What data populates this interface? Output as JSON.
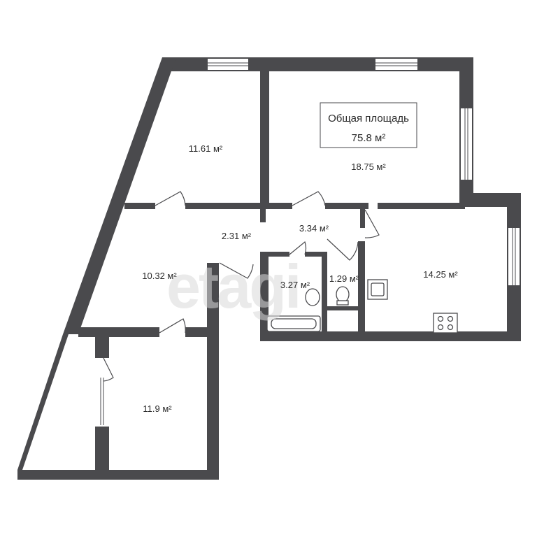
{
  "summary": {
    "title": "Общая площадь",
    "total": "75.8 м²"
  },
  "rooms": [
    {
      "id": "room-top-left",
      "area": "11.61 м²"
    },
    {
      "id": "room-top-right",
      "area": "18.75 м²"
    },
    {
      "id": "hall-left",
      "area": "2.31 м²"
    },
    {
      "id": "hall-center",
      "area": "3.34 м²"
    },
    {
      "id": "room-mid-left",
      "area": "10.32 м²"
    },
    {
      "id": "bathroom",
      "area": "3.27 м²"
    },
    {
      "id": "toilet",
      "area": "1.29 м²"
    },
    {
      "id": "kitchen",
      "area": "14.25 м²"
    },
    {
      "id": "room-bottom-left",
      "area": "11.9 м²"
    }
  ],
  "watermark": "etagi",
  "colors": {
    "wall": "#4a4a4d",
    "background": "#ffffff",
    "label": "#2a2a2a"
  }
}
